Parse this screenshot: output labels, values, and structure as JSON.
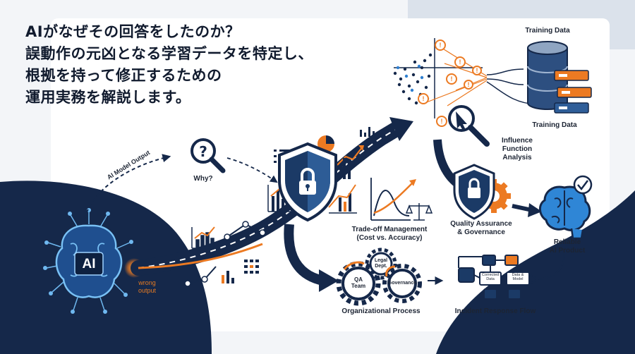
{
  "title_lines": [
    "AIがなぜその回答をしたのか？",
    "誤動作の元凶となる学習データを特定し、",
    "根拠を持って修正するための",
    "運用実務を解説します。"
  ],
  "labels": {
    "model_output": "AI Model Output",
    "why": "Why?",
    "ai": "AI",
    "wrong_output": "wrong\noutput",
    "training_data_top": "Training Data",
    "training_data_bottom": "Training Data",
    "influence": "Influence\nFunction\nAnalysis",
    "tradeoff": "Trade-off Management\n(Cost vs. Accuracy)",
    "qa_gov": "Quality Assurance\n& Governance",
    "reliable": "Reliable\nAI Product",
    "qa_team": "QA\nTeam",
    "legal": "Legal\nDept.",
    "governance": "Governance",
    "org_process": "Organizational Process",
    "corrected": "Corrected\nData",
    "data_model": "Data &\nModel",
    "incident": "Incident Response Flow"
  },
  "colors": {
    "navy": "#15284a",
    "orange": "#ec7a22",
    "blue": "#2f7fd0",
    "card": "#ffffff",
    "panel": "#dde3ec"
  },
  "icons": [
    "magnifier-question-icon",
    "shield-lock-icon",
    "database-icon",
    "gear-icon",
    "brain-icon",
    "check-icon",
    "scale-icon",
    "warning-icon"
  ]
}
